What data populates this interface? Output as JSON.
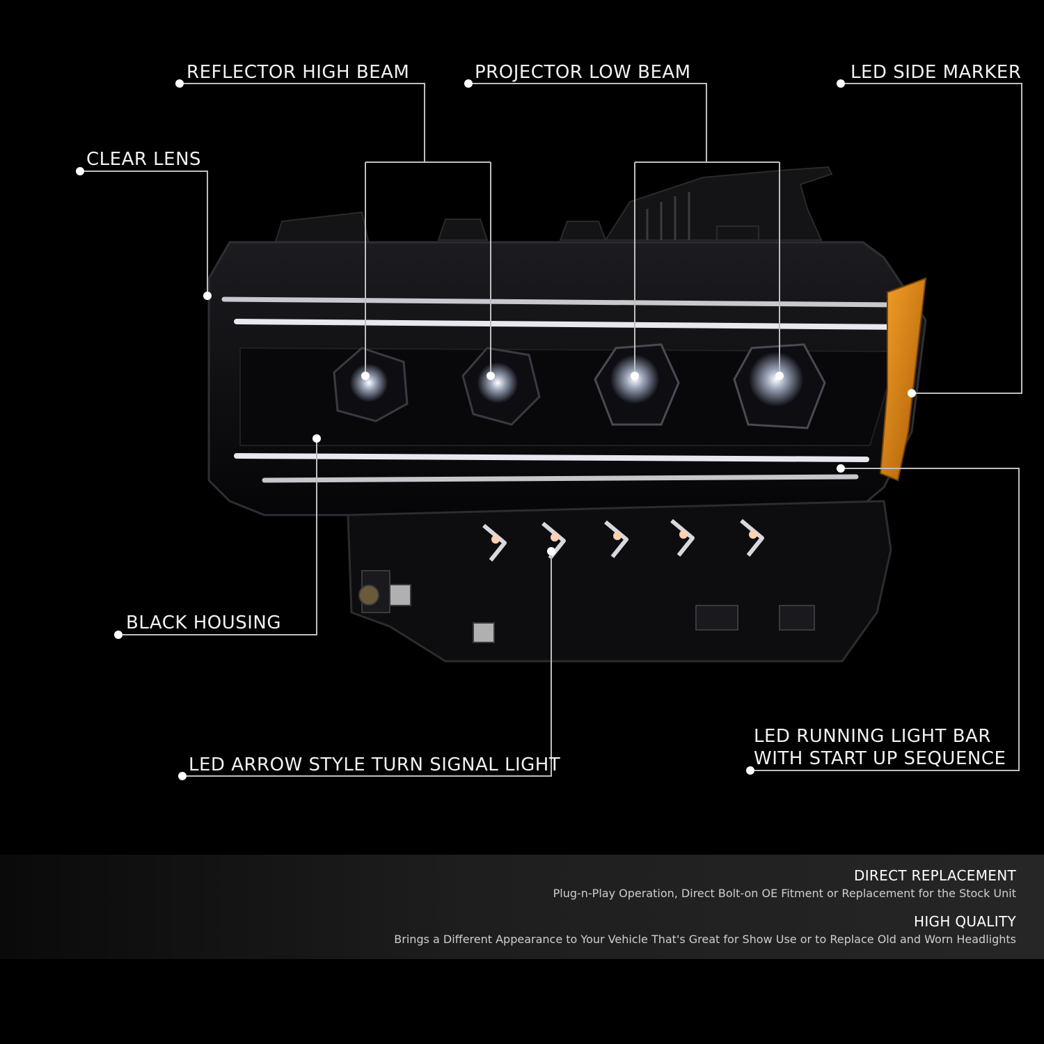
{
  "callouts": {
    "reflector_high_beam": "REFLECTOR HIGH BEAM",
    "projector_low_beam": "PROJECTOR LOW BEAM",
    "led_side_marker": "LED SIDE MARKER",
    "clear_lens": "CLEAR LENS",
    "black_housing": "BLACK HOUSING",
    "led_arrow_turn_signal": "LED ARROW STYLE TURN SIGNAL LIGHT",
    "led_running_light_line1": "LED RUNNING LIGHT BAR",
    "led_running_light_line2": "WITH START UP SEQUENCE"
  },
  "features": [
    {
      "title": "DIRECT REPLACEMENT",
      "description": "Plug-n-Play Operation, Direct Bolt-on OE Fitment or Replacement for the Stock Unit"
    },
    {
      "title": "HIGH QUALITY",
      "description": "Brings a Different Appearance to Your Vehicle That's Great for Show Use or to Replace Old and Worn Headlights"
    }
  ],
  "colors": {
    "background": "#000000",
    "amber_marker": "#e08a10",
    "drl_glow": "#e8e8f0",
    "leader_line": "#bfbfbf"
  }
}
